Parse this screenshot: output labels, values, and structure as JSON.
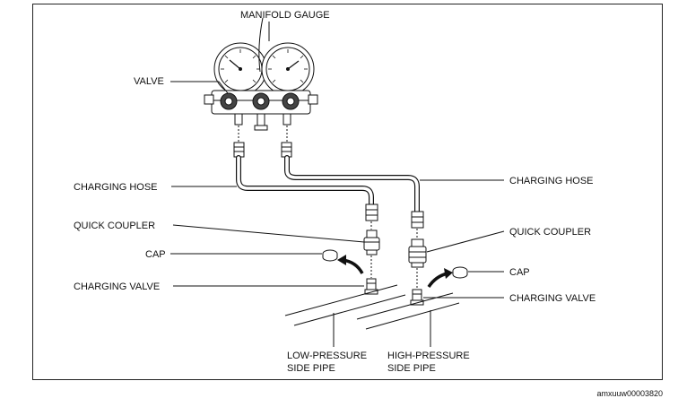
{
  "labels": {
    "manifold_gauge": "MANIFOLD GAUGE",
    "valve": "VALVE",
    "charging_hose_left": "CHARGING HOSE",
    "charging_hose_right": "CHARGING HOSE",
    "quick_coupler_left": "QUICK COUPLER",
    "quick_coupler_right": "QUICK COUPLER",
    "cap_left": "CAP",
    "cap_right": "CAP",
    "charging_valve_left": "CHARGING VALVE",
    "charging_valve_right": "CHARGING VALVE",
    "low_pressure_line1": "LOW-PRESSURE",
    "low_pressure_line2": "SIDE PIPE",
    "high_pressure_line1": "HIGH-PRESSURE",
    "high_pressure_line2": "SIDE PIPE"
  },
  "figure_id": "amxuuw00003820"
}
